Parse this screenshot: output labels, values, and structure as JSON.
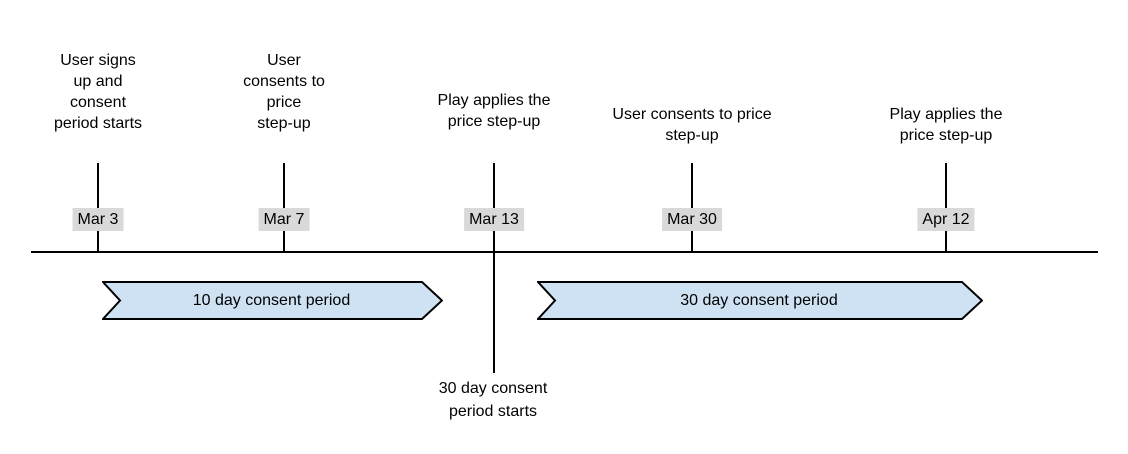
{
  "diagram": {
    "events": [
      {
        "date": "Mar 3",
        "label": "User signs\nup and\nconsent\nperiod starts"
      },
      {
        "date": "Mar 7",
        "label": "User\nconsents to\nprice\nstep-up"
      },
      {
        "date": "Mar 13",
        "label": "Play applies the\nprice step-up",
        "below_note": "30 day consent\nperiod starts"
      },
      {
        "date": "Mar 30",
        "label": "User consents to price\nstep-up"
      },
      {
        "date": "Apr 12",
        "label": "Play applies the\nprice step-up"
      }
    ],
    "periods": [
      {
        "label": "10 day consent period"
      },
      {
        "label": "30 day consent period"
      }
    ],
    "colors": {
      "period_fill": "#cfe2f3",
      "period_border": "#000000",
      "date_badge_bg": "#d9d9d9",
      "line": "#000000",
      "text": "#000000"
    }
  }
}
